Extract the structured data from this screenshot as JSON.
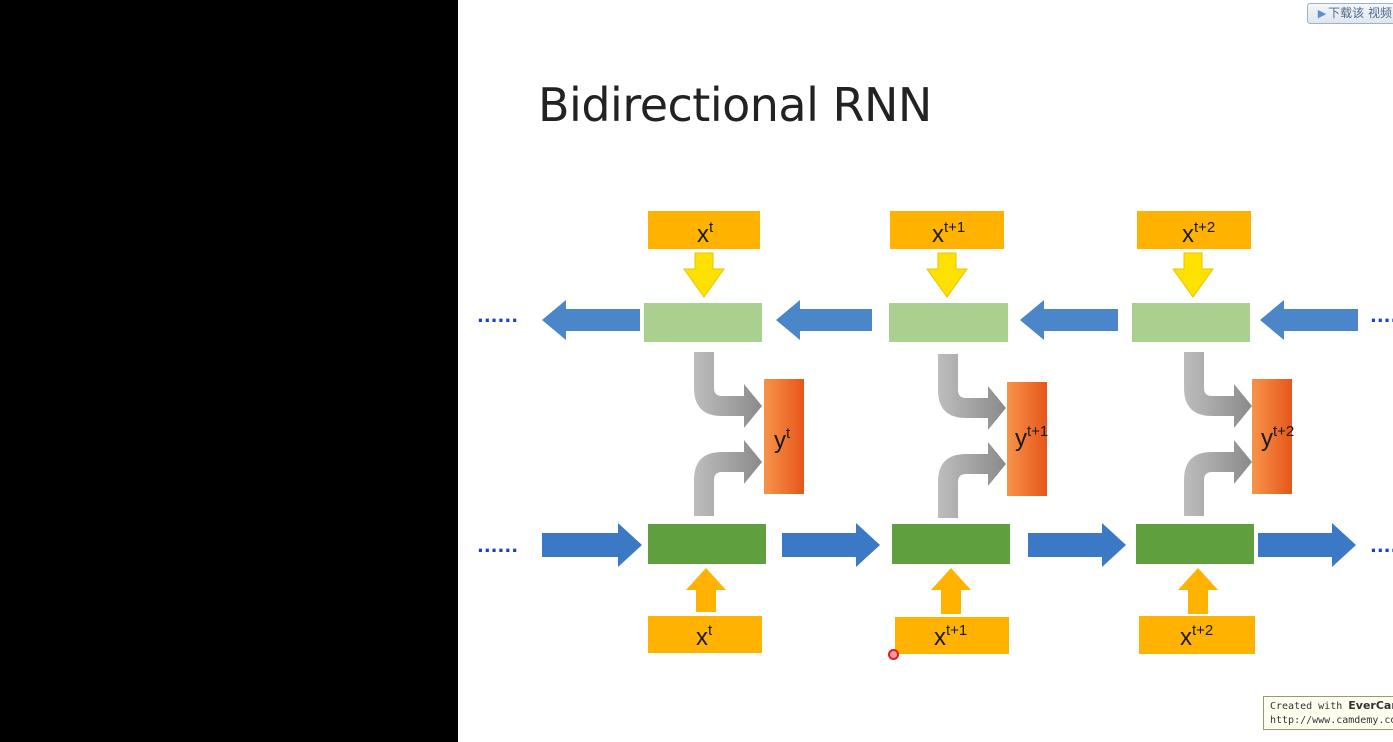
{
  "slide": {
    "title": "Bidirectional RNN"
  },
  "toolbar": {
    "download_label": "下载该 视频"
  },
  "watermark": {
    "line1_prefix": "Created with ",
    "line1_brand": "EverCam",
    "line2": "http://www.camdemy.com"
  },
  "diagram": {
    "ellipsis": "......",
    "inputs": [
      {
        "base": "x",
        "sup": "t"
      },
      {
        "base": "x",
        "sup": "t+1"
      },
      {
        "base": "x",
        "sup": "t+2"
      }
    ],
    "outputs": [
      {
        "base": "y",
        "sup": "t"
      },
      {
        "base": "y",
        "sup": "t+1"
      },
      {
        "base": "y",
        "sup": "t+2"
      }
    ],
    "colors": {
      "input_box": "#ffb300",
      "forward_arrow_top": "#ffe100",
      "input_arrow_bottom": "#ffb300",
      "backward_cell": "#a9d08e",
      "forward_cell": "#5f9f3e",
      "output_box": "#f26b1d",
      "blue_arrow": "#4a86c9",
      "gray_arrow": "#9e9e9e",
      "ellipsis": "#1f3ecb"
    }
  }
}
